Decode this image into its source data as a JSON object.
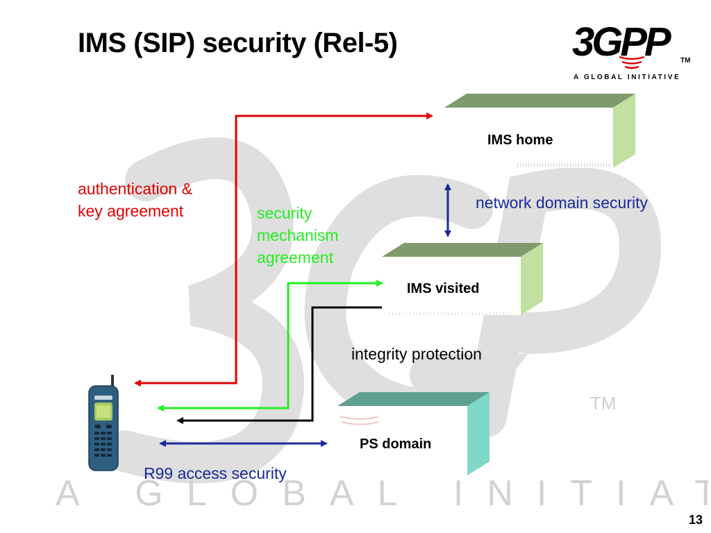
{
  "slide": {
    "title": "IMS (SIP) security (Rel-5)",
    "page_number": "13"
  },
  "logo": {
    "mark": "3GPP",
    "tm": "TM",
    "tagline": "A GLOBAL INITIATIVE"
  },
  "watermark": {
    "mark": "3GPP",
    "tm": "TM",
    "tagline": "A GLOBAL INITIATIVE"
  },
  "nodes": {
    "ims_home": "IMS home",
    "ims_visited": "IMS visited",
    "ps_domain": "PS domain"
  },
  "labels": {
    "auth_line1": "authentication &",
    "auth_line2": "key agreement",
    "sec_line1": "security",
    "sec_line2": "mechanism",
    "sec_line3": "agreement",
    "network_domain_security": "network domain security",
    "integrity_protection": "integrity protection",
    "r99_access_security": "R99 access security"
  },
  "colors": {
    "red": "#e00000",
    "green": "#22ee22",
    "blue": "#1a2a9a",
    "black": "#000000",
    "box_top_green": "#7f9a6c",
    "box_side_green": "#c2e0a0",
    "box_top_teal": "#5f9f8f",
    "box_side_teal": "#80d8c8"
  }
}
